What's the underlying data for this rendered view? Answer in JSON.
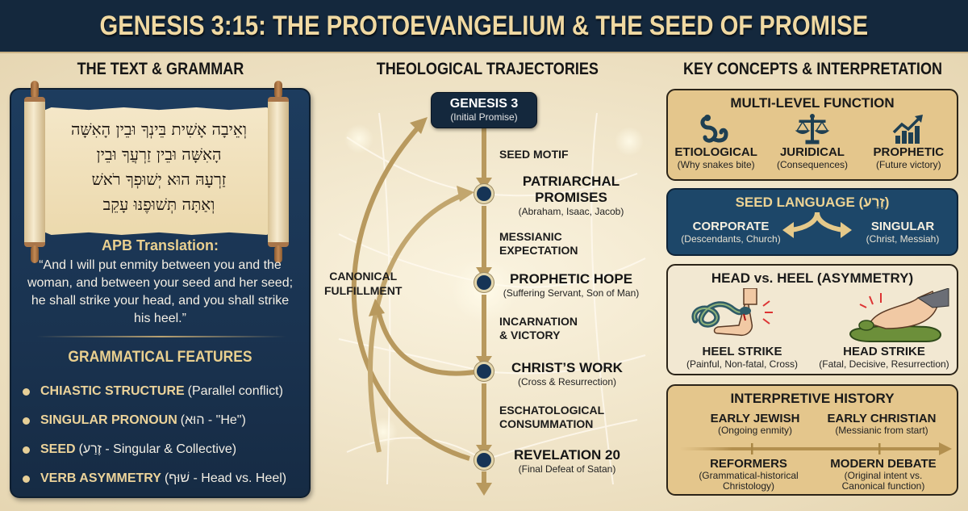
{
  "header": {
    "title": "GENESIS 3:15: THE PROTOEVANGELIUM & THE SEED OF PROMISE"
  },
  "left": {
    "title": "THE TEXT & GRAMMAR",
    "hebrew_lines": [
      "וְאֵיבָה אָשִׁית בֵּינְךָ וּבֵין הָאִשָּׁה",
      "הָאִשָּׁה וּבֵין זַרְעֲךָ וּבֵין",
      "זַרְעָהּ הוּא יְשׁוּפְךָ רֹאשׁ",
      "וְאַתָּה תְּשׁוּפֶנּוּ עָקֵב"
    ],
    "translation_label": "APB Translation:",
    "translation_text": "“And I will put enmity between you and the woman, and between your seed and her seed; he shall strike your head, and you shall strike his heel.”",
    "grammar_title": "GRAMMATICAL FEATURES",
    "grammar_items": [
      {
        "term": "CHIASTIC STRUCTURE",
        "note": "(Parallel conflict)"
      },
      {
        "term": "SINGULAR PRONOUN",
        "note": "(הוּא - \"He\")"
      },
      {
        "term": "SEED",
        "note": "(זֶרַע - Singular & Collective)"
      },
      {
        "term": "VERB ASYMMETRY",
        "note": "(שׁוּף - Head vs. Heel)"
      }
    ]
  },
  "center": {
    "title": "THEOLOGICAL TRAJECTORIES",
    "top_node": {
      "title": "GENESIS 3",
      "subtitle": "(Initial Promise)"
    },
    "motifs": [
      "SEED MOTIF",
      "MESSIANIC\nEXPECTATION",
      "INCARNATION\n& VICTORY",
      "ESCHATOLOGICAL\nCONSUMMATION"
    ],
    "stages": [
      {
        "title": "PATRIARCHAL\nPROMISES",
        "subtitle": "(Abraham, Isaac, Jacob)"
      },
      {
        "title": "PROPHETIC HOPE",
        "subtitle": "(Suffering Servant, Son of Man)"
      },
      {
        "title": "CHRIST’S WORK",
        "subtitle": "(Cross & Resurrection)"
      },
      {
        "title": "REVELATION 20",
        "subtitle": "(Final Defeat of Satan)"
      }
    ],
    "canonical_label": "CANONICAL\nFULFILLMENT",
    "colors": {
      "arrow": "#b8995e",
      "node": "#163456"
    }
  },
  "right": {
    "title": "KEY CONCEPTS & INTERPRETATION",
    "multi_level": {
      "title": "MULTI-LEVEL FUNCTION",
      "items": [
        {
          "icon": "snake-icon",
          "title": "ETIOLOGICAL",
          "subtitle": "(Why snakes bite)"
        },
        {
          "icon": "scales-icon",
          "title": "JURIDICAL",
          "subtitle": "(Consequences)"
        },
        {
          "icon": "growth-chart-icon",
          "title": "PROPHETIC",
          "subtitle": "(Future victory)"
        }
      ]
    },
    "seed_language": {
      "title": "SEED LANGUAGE (זֶרַע)",
      "left": {
        "title": "CORPORATE",
        "subtitle": "(Descendants, Church)"
      },
      "right": {
        "title": "SINGULAR",
        "subtitle": "(Christ, Messiah)"
      }
    },
    "head_heel": {
      "title": "HEAD vs. HEEL (ASYMMETRY)",
      "left": {
        "title": "HEEL STRIKE",
        "subtitle": "(Painful, Non-fatal, Cross)"
      },
      "right": {
        "title": "HEAD STRIKE",
        "subtitle": "(Fatal, Decisive, Resurrection)"
      }
    },
    "history": {
      "title": "INTERPRETIVE HISTORY",
      "items": [
        {
          "title": "EARLY JEWISH",
          "subtitle": "(Ongoing enmity)"
        },
        {
          "title": "EARLY CHRISTIAN",
          "subtitle": "(Messianic from start)"
        },
        {
          "title": "REFORMERS",
          "subtitle": "(Grammatical-historical\nChristology)"
        },
        {
          "title": "MODERN DEBATE",
          "subtitle": "(Original intent vs.\nCanonical function)"
        }
      ]
    }
  },
  "colors": {
    "navy": "#14283d",
    "panel_navy": "#1d3c5e",
    "gold_text": "#f0d9a2",
    "tan": "#e4c68c",
    "parchment": "#efe4cc"
  }
}
